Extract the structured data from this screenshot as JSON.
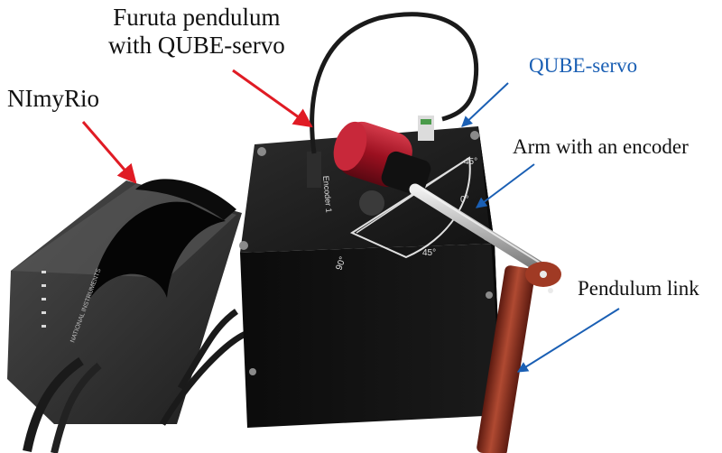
{
  "labels": {
    "furuta_line1": "Furuta pendulum",
    "furuta_line2": "with QUBE-servo",
    "nimyrio": "NImyRio",
    "qube_servo": "QUBE-servo",
    "arm": "Arm with an encoder",
    "pendulum": "Pendulum link"
  },
  "device": {
    "encoder_label": "Encoder 1",
    "dial_ticks": [
      "45°",
      "0°",
      "45°",
      "90°"
    ],
    "brand_text": "NATIONAL INSTRUMENTS"
  },
  "colors": {
    "red_arrow": "#e01b24",
    "blue_arrow": "#1a5fb4",
    "box_black": "#141414",
    "motor_red": "#9b1020",
    "pendulum_red": "#8e2a1c",
    "rod_silver": "#c8c8c8"
  }
}
